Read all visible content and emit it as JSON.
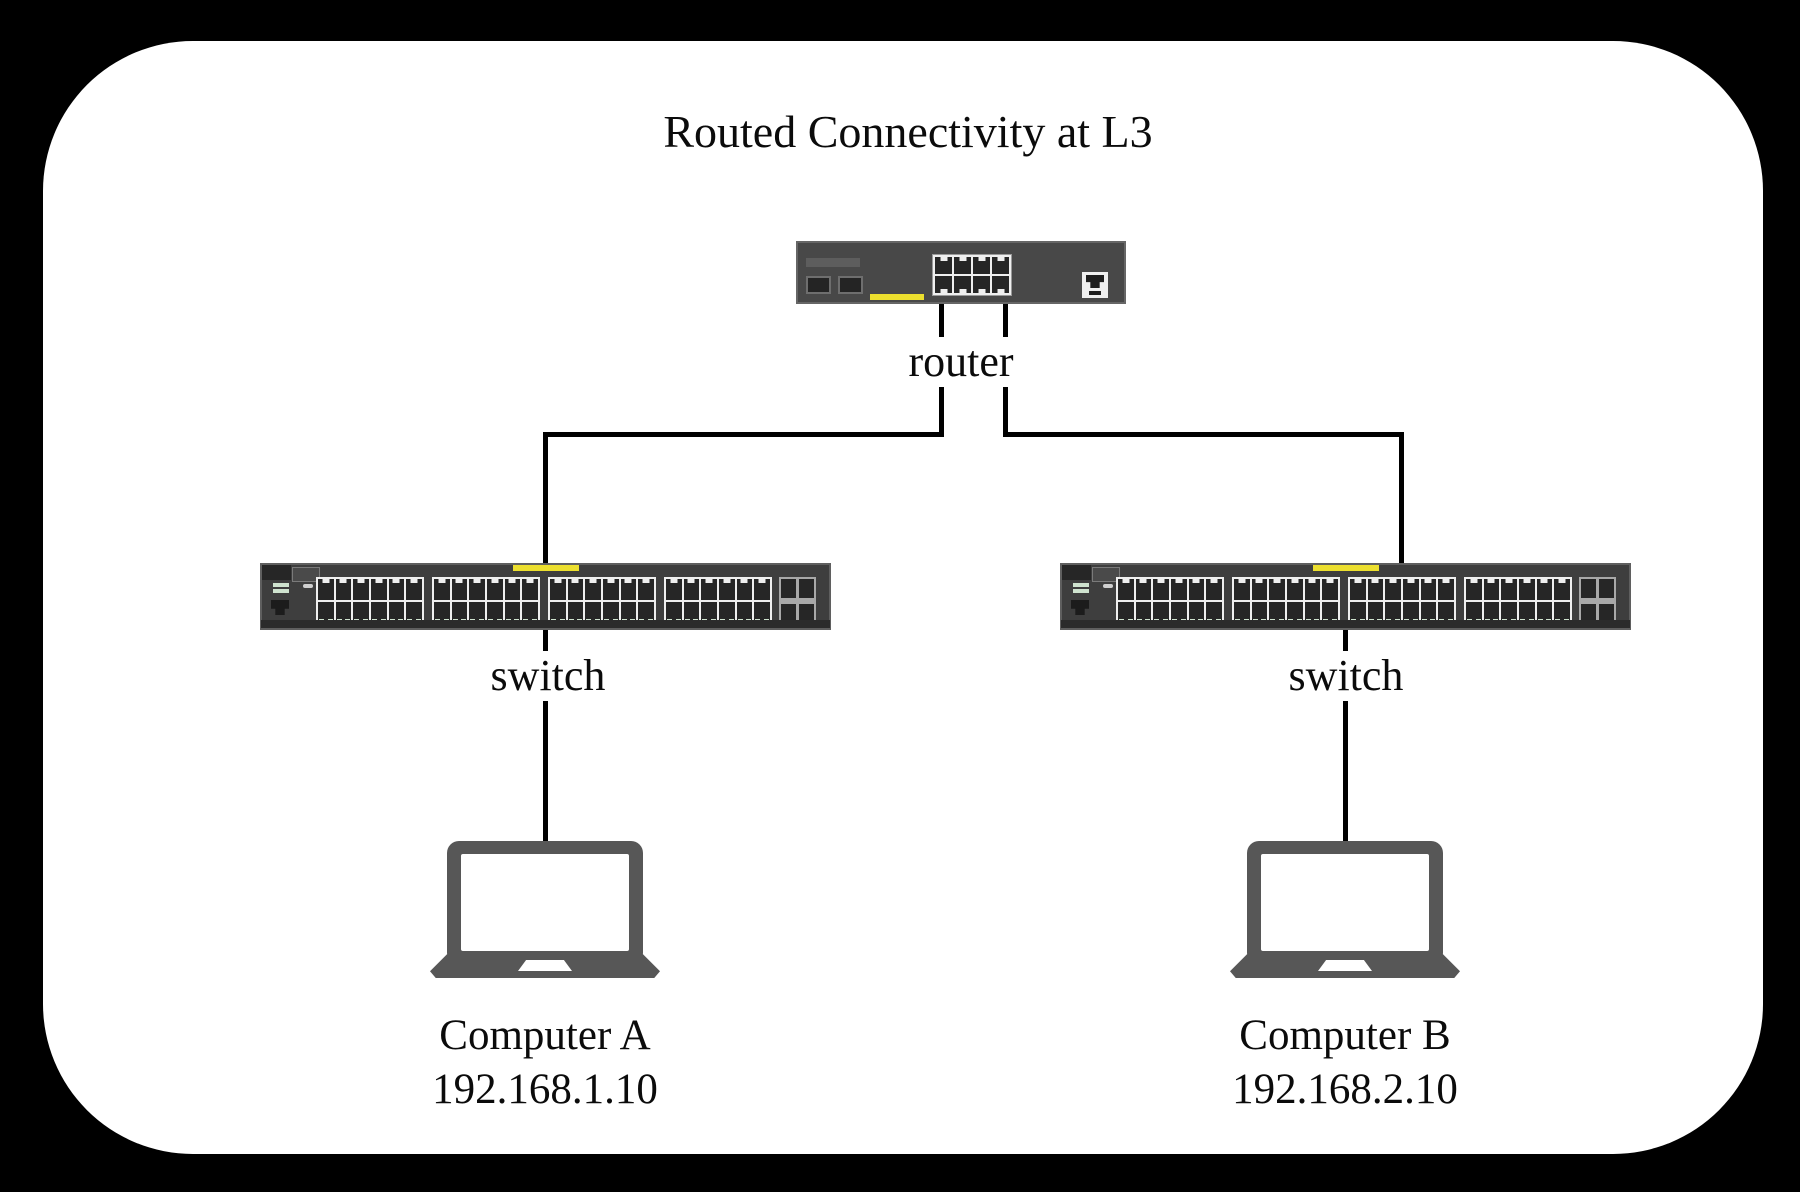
{
  "title": "Routed Connectivity at L3",
  "nodes": {
    "router": {
      "label": "router",
      "type": "router"
    },
    "switch_a": {
      "label": "switch",
      "type": "switch"
    },
    "switch_b": {
      "label": "switch",
      "type": "switch"
    },
    "computer_a": {
      "label": "Computer A",
      "ip": "192.168.1.10",
      "type": "laptop"
    },
    "computer_b": {
      "label": "Computer B",
      "ip": "192.168.2.10",
      "type": "laptop"
    }
  },
  "edges": [
    {
      "from": "router",
      "to": "switch_a"
    },
    {
      "from": "router",
      "to": "switch_b"
    },
    {
      "from": "switch_a",
      "to": "computer_a"
    },
    {
      "from": "switch_b",
      "to": "computer_b"
    }
  ],
  "colors": {
    "background": "#000000",
    "panel": "#ffffff",
    "line": "#000000",
    "device_body": "#3e3e3e",
    "router_body": "#484848",
    "laptop_body": "#575757",
    "accent_yellow": "#ecdf2e",
    "port_dark": "#262626",
    "port_panel": "#efefef",
    "led_green": "#cfe3cf"
  },
  "hardware": {
    "switch_port_groups": 4,
    "switch_ports_per_group": 12,
    "switch_sfp_ports": 4,
    "router_ports": 8
  }
}
